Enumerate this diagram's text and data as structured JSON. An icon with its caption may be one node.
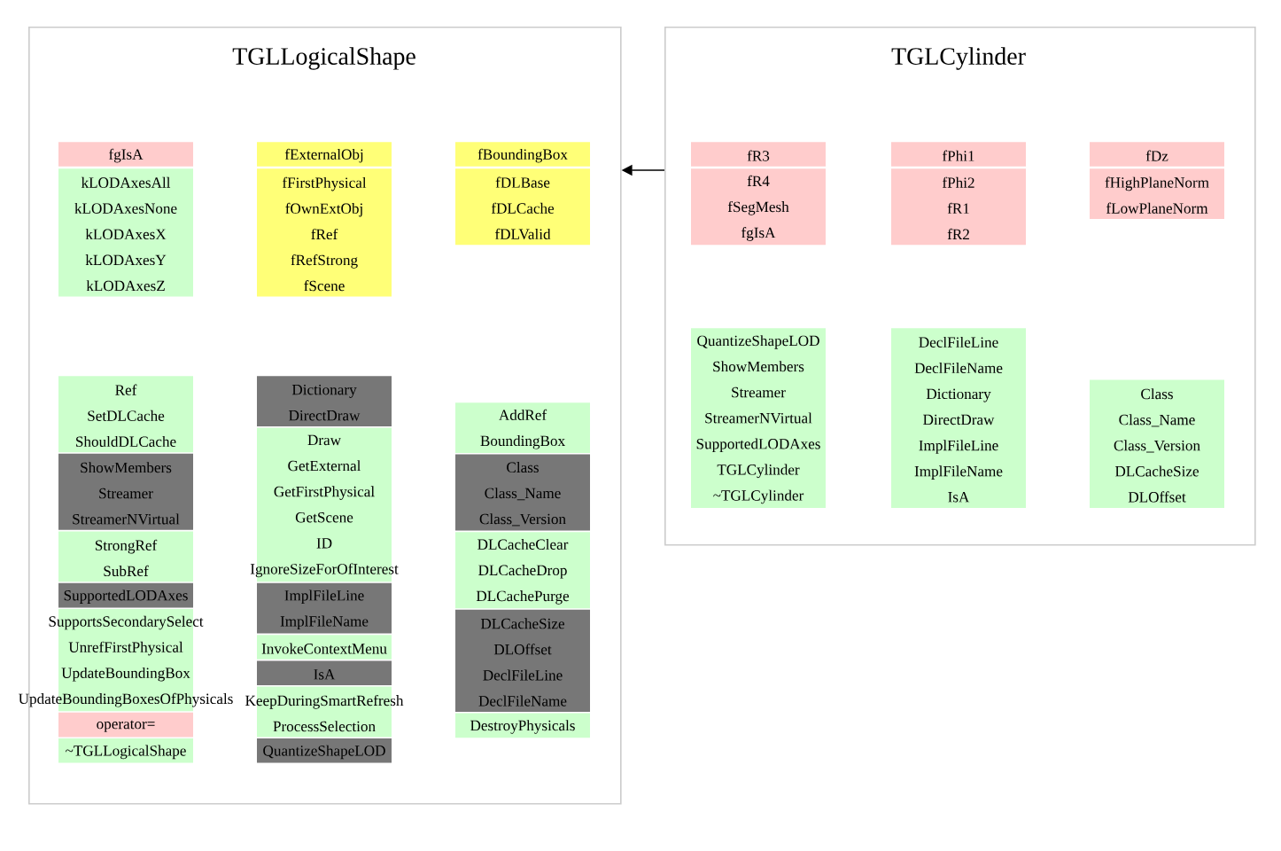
{
  "diagram": {
    "nodes": [
      {
        "text": [
          "TGLLogicalShape"
        ]
      },
      {
        "text": [
          "TGLCylinder"
        ]
      },
      {
        "text": [
          "fgIsA"
        ],
        "in": 0
      },
      {
        "text": [
          "kLODAxesAll",
          "kLODAxesNone",
          "kLODAxesX",
          "kLODAxesY",
          "kLODAxesZ"
        ],
        "in": 0
      },
      {
        "text": [
          "fExternalObj"
        ],
        "in": 0
      },
      {
        "text": [
          "fFirstPhysical",
          "fOwnExtObj",
          "fRef",
          "fRefStrong",
          "fScene"
        ],
        "in": 0
      },
      {
        "text": [
          "fBoundingBox"
        ],
        "in": 0
      },
      {
        "text": [
          "fDLBase",
          "fDLCache",
          "fDLValid"
        ],
        "in": 0
      },
      {
        "text": [
          "Ref",
          "SetDLCache",
          "ShouldDLCache"
        ],
        "in": 0
      },
      {
        "text": [
          "ShowMembers",
          "Streamer",
          "StreamerNVirtual"
        ],
        "in": 0
      },
      {
        "text": [
          "StrongRef",
          "SubRef"
        ],
        "in": 0
      },
      {
        "text": [
          "SupportedLODAxes"
        ],
        "in": 0
      },
      {
        "text": [
          "SupportsSecondarySelect",
          "UnrefFirstPhysical",
          "UpdateBoundingBox",
          "UpdateBoundingBoxesOfPhysicals"
        ],
        "in": 0
      },
      {
        "text": [
          "operator="
        ],
        "in": 0
      },
      {
        "text": [
          "~TGLLogicalShape"
        ],
        "in": 0
      },
      {
        "text": [
          "Dictionary",
          "DirectDraw"
        ],
        "in": 0
      },
      {
        "text": [
          "Draw",
          "GetExternal",
          "GetFirstPhysical",
          "GetScene",
          "ID",
          "IgnoreSizeForOfInterest"
        ],
        "in": 0
      },
      {
        "text": [
          "ImplFileLine",
          "ImplFileName"
        ],
        "in": 0
      },
      {
        "text": [
          "InvokeContextMenu"
        ],
        "in": 0
      },
      {
        "text": [
          "IsA"
        ],
        "in": 0
      },
      {
        "text": [
          "KeepDuringSmartRefresh",
          "ProcessSelection"
        ],
        "in": 0
      },
      {
        "text": [
          "QuantizeShapeLOD"
        ],
        "in": 0
      },
      {
        "text": [
          "AddRef",
          "BoundingBox"
        ],
        "in": 0
      },
      {
        "text": [
          "Class",
          "Class_Name",
          "Class_Version"
        ],
        "in": 0
      },
      {
        "text": [
          "DLCacheClear",
          "DLCacheDrop",
          "DLCachePurge"
        ],
        "in": 0
      },
      {
        "text": [
          "DLCacheSize",
          "DLOffset",
          "DeclFileLine",
          "DeclFileName"
        ],
        "in": 0
      },
      {
        "text": [
          "DestroyPhysicals"
        ],
        "in": 0
      },
      {
        "text": [
          "fR3"
        ],
        "in": 1
      },
      {
        "text": [
          "fR4",
          "fSegMesh",
          "fgIsA"
        ],
        "in": 1
      },
      {
        "text": [
          "fPhi1"
        ],
        "in": 1
      },
      {
        "text": [
          "fPhi2",
          "fR1",
          "fR2"
        ],
        "in": 1
      },
      {
        "text": [
          "fDz"
        ],
        "in": 1
      },
      {
        "text": [
          "fHighPlaneNorm",
          "fLowPlaneNorm"
        ],
        "in": 1
      },
      {
        "text": [
          "QuantizeShapeLOD",
          "ShowMembers",
          "Streamer",
          "StreamerNVirtual",
          "SupportedLODAxes",
          "TGLCylinder",
          "~TGLCylinder"
        ],
        "in": 1
      },
      {
        "text": [
          "DeclFileLine",
          "DeclFileName",
          "Dictionary",
          "DirectDraw",
          "ImplFileLine",
          "ImplFileName",
          "IsA"
        ],
        "in": 1
      },
      {
        "text": [
          "Class",
          "Class_Name",
          "Class_Version",
          "DLCacheSize",
          "DLOffset"
        ],
        "in": 1
      }
    ],
    "edges": [
      {
        "from": 1,
        "to": 0,
        "arrow": "to"
      }
    ]
  }
}
